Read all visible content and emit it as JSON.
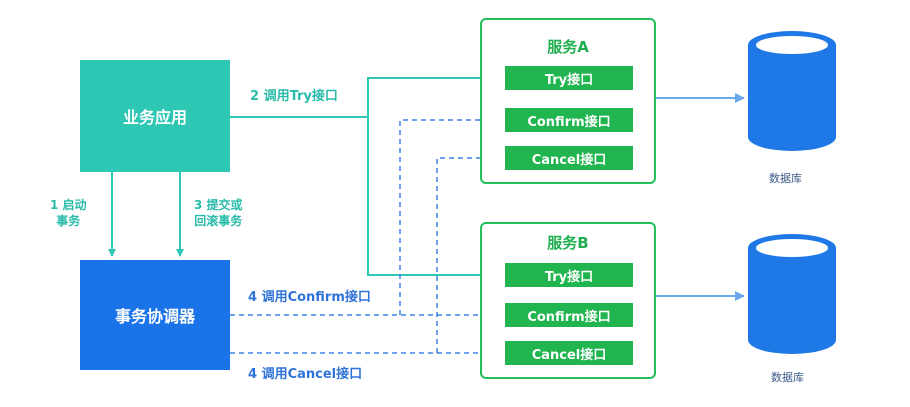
{
  "biz_app": "业务应用",
  "coordinator": "事务协调器",
  "service_a": {
    "title": "服务A",
    "try": "Try接口",
    "confirm": "Confirm接口",
    "cancel": "Cancel接口"
  },
  "service_b": {
    "title": "服务B",
    "try": "Try接口",
    "confirm": "Confirm接口",
    "cancel": "Cancel接口"
  },
  "labels": {
    "call_try": "2 调用Try接口",
    "start_1": "1 启动",
    "start_2": "事务",
    "commit_1": "3 提交或",
    "commit_2": "回滚事务",
    "call_confirm": "4 调用Confirm接口",
    "call_cancel": "4 调用Cancel接口"
  },
  "db_a": "数据库",
  "db_b": "数据库",
  "colors": {
    "teal": "#2ec7b4",
    "blue": "#1a73e8",
    "green": "#21b54f",
    "arrow_blue": "#5b9be6"
  }
}
